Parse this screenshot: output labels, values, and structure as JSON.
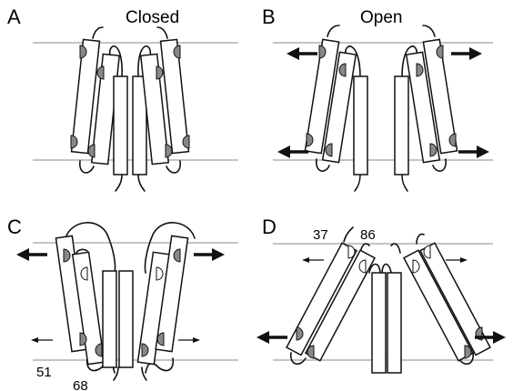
{
  "panels": [
    {
      "letter": "A",
      "title": "Closed"
    },
    {
      "letter": "B",
      "title": "Open"
    },
    {
      "letter": "C",
      "title": ""
    },
    {
      "letter": "D",
      "title": ""
    }
  ],
  "residue_labels": {
    "c_lower_left": "51",
    "c_bottom": "68",
    "d_top_left": "37",
    "d_top_right": "86"
  },
  "colors": {
    "membrane": "#8a8a8a",
    "site_fill": "#888888",
    "outline": "#111111"
  }
}
